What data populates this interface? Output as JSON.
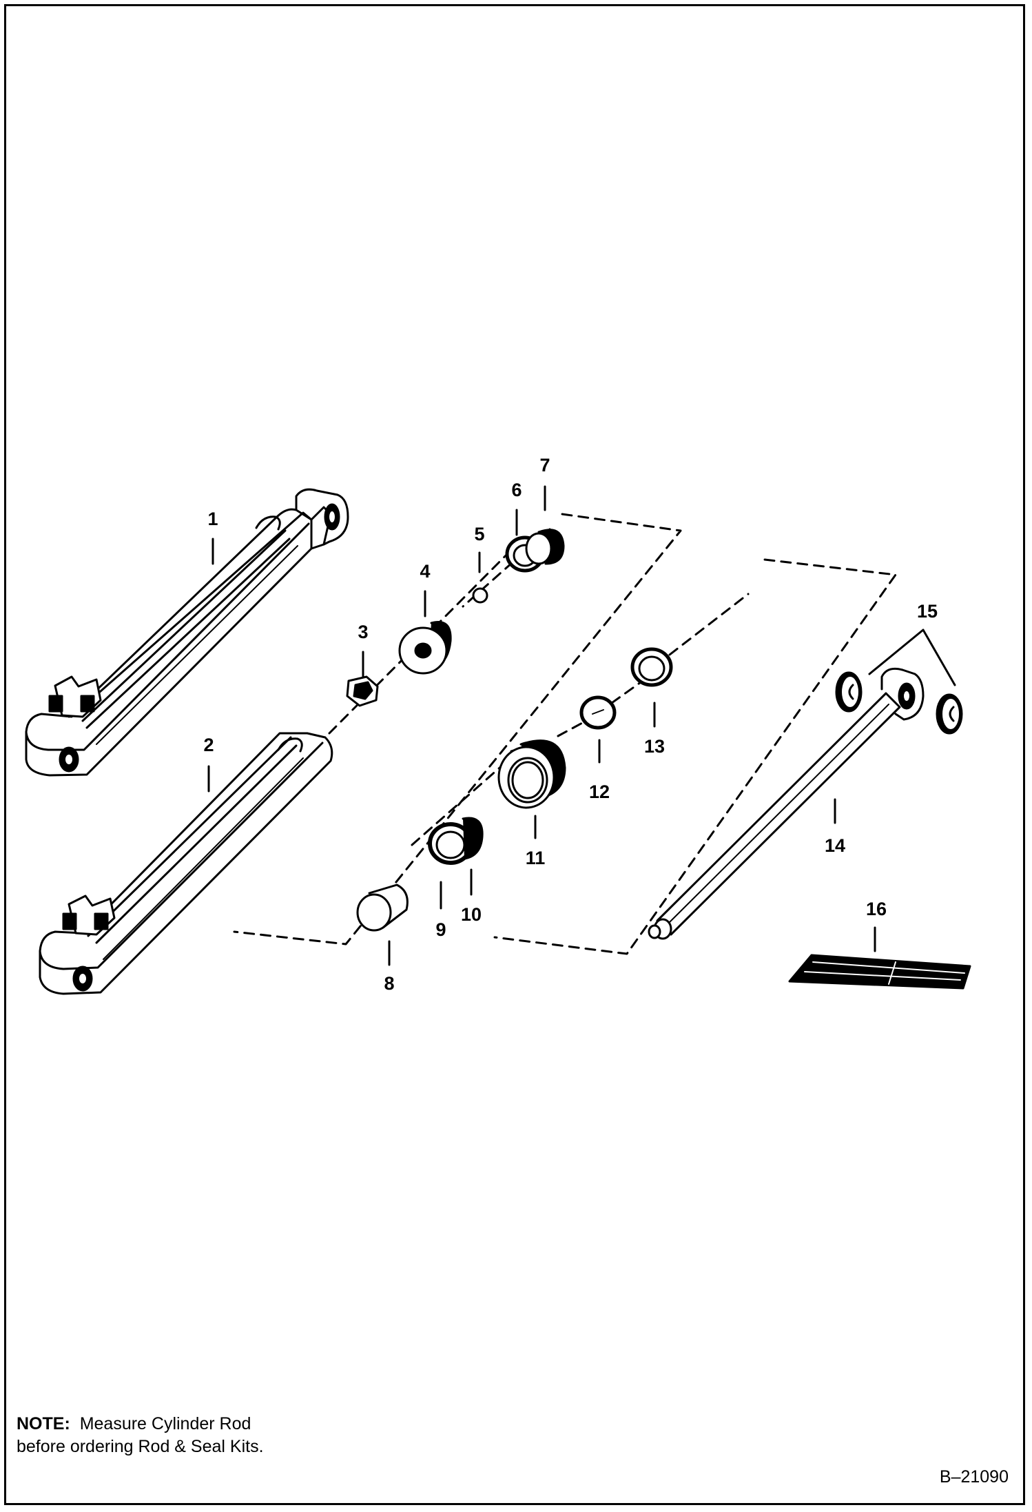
{
  "callouts": {
    "c1": "1",
    "c2": "2",
    "c3": "3",
    "c4": "4",
    "c5": "5",
    "c6": "6",
    "c7": "7",
    "c8": "8",
    "c9": "9",
    "c10": "10",
    "c11": "11",
    "c12": "12",
    "c13": "13",
    "c14": "14",
    "c15": "15",
    "c16": "16"
  },
  "note": {
    "label": "NOTE:",
    "line1": "Measure Cylinder Rod",
    "line2": "before ordering Rod & Seal Kits."
  },
  "figure_id": "B–21090"
}
